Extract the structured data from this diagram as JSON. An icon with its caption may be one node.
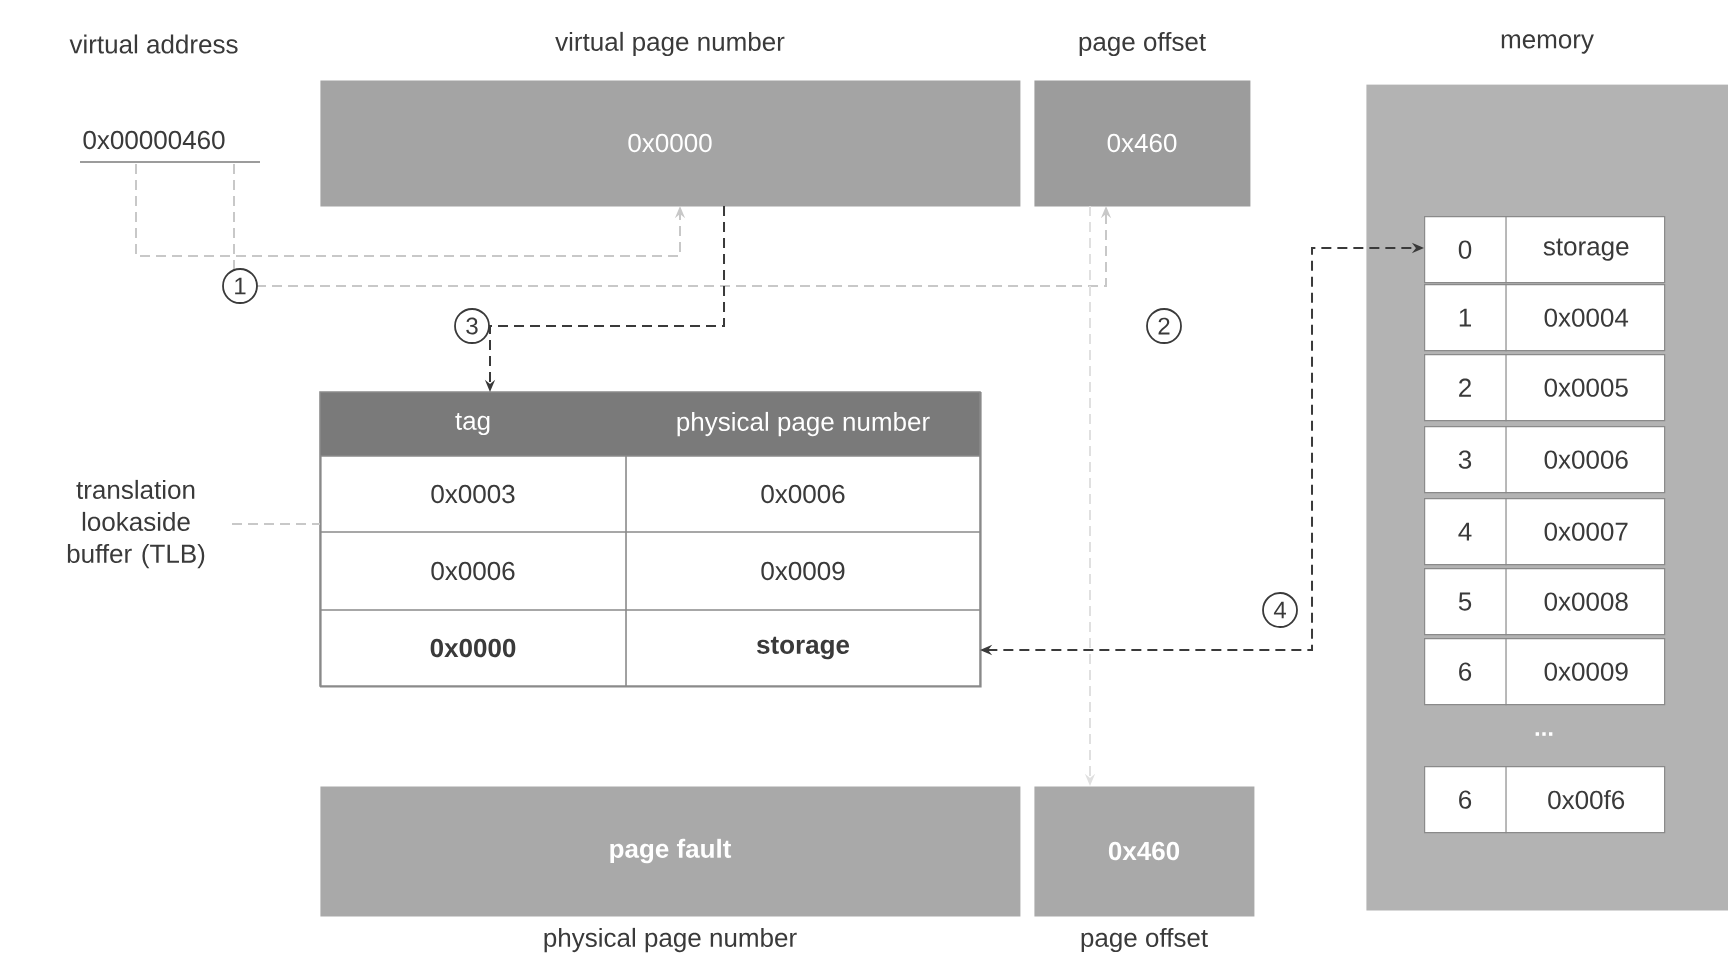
{
  "diagram": {
    "nodes": [
      {
        "text": [
          "virtual address",
          "0x00000460"
        ]
      },
      {
        "text": [
          "virtual page number",
          "0x0000"
        ]
      },
      {
        "text": [
          "page offset",
          "0x460"
        ]
      },
      {
        "text": [
          "tag",
          "physical page number",
          "0x0003",
          "0x0006",
          "0x0006",
          "0x0009",
          "0x0000",
          "storage"
        ]
      },
      {
        "text": [
          "translation lookaside buffer (TLB)"
        ]
      },
      {
        "text": [
          "memory"
        ]
      },
      {
        "text": [
          "0",
          "storage"
        ],
        "in": 5
      },
      {
        "text": [
          "1",
          "0x0004"
        ],
        "in": 5
      },
      {
        "text": [
          "2",
          "0x0005"
        ],
        "in": 5
      },
      {
        "text": [
          "3",
          "0x0006"
        ],
        "in": 5
      },
      {
        "text": [
          "4",
          "0x0007"
        ],
        "in": 5
      },
      {
        "text": [
          "5",
          "0x0008"
        ],
        "in": 5
      },
      {
        "text": [
          "6",
          "0x0009"
        ],
        "in": 5
      },
      {
        "text": [
          "6",
          "0x00f6"
        ],
        "in": 5
      },
      {
        "text": [
          "page fault",
          "physical page number"
        ]
      },
      {
        "text": [
          "0x460",
          "page offset"
        ]
      }
    ],
    "edges": [
      {
        "from": 0,
        "to": 1,
        "arrow": "to"
      },
      {
        "from": 0,
        "to": 2,
        "arrow": "to"
      },
      {
        "from": 1,
        "to": 3,
        "arrow": "to",
        "color": "#3a3a3a"
      },
      {
        "from": 3,
        "to": 6,
        "arrow": "both",
        "color": "#3a3a3a"
      },
      {
        "from": 4,
        "to": 3,
        "arrow": "none"
      },
      {
        "from": 2,
        "to": 15,
        "arrow": "to",
        "color": "#e0e0e0"
      }
    ],
    "labels": [
      "1",
      "3",
      "2",
      "4",
      "..."
    ]
  }
}
